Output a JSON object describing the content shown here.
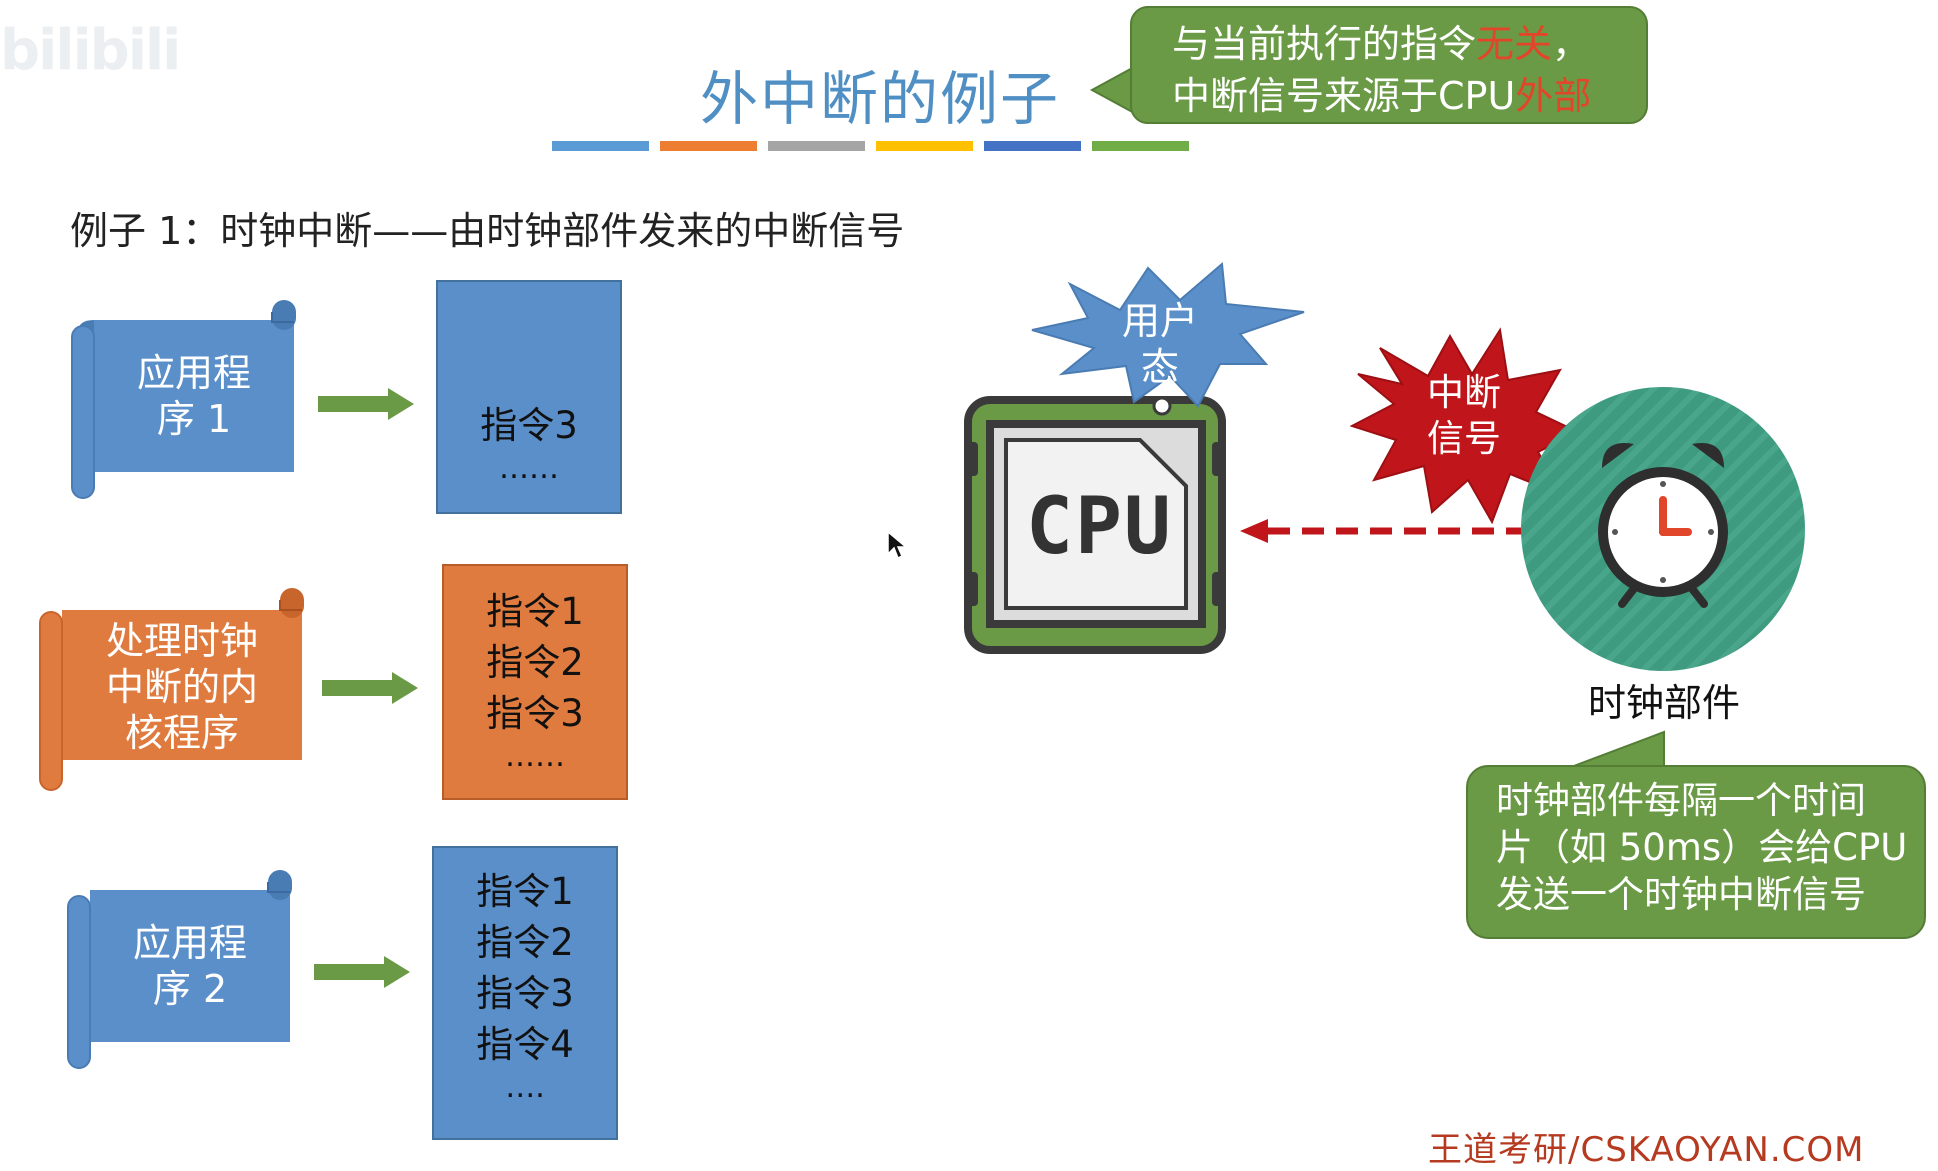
{
  "watermark": "bilibili",
  "header": {
    "title": "外中断的例子",
    "color_bars": [
      "#5b9bd5",
      "#ed7d31",
      "#a5a5a5",
      "#ffc000",
      "#4472c4",
      "#70ad47"
    ]
  },
  "callout_top": {
    "line1_a": "与当前执行的指令",
    "line1_b": "无关",
    "line1_c": "，",
    "line2_a": "中断信号来源于CPU",
    "line2_b": "外部"
  },
  "example": {
    "text": "例子 1：时钟中断——由时钟部件发来的中断信号"
  },
  "programs": [
    {
      "label_line1": "应用程",
      "label_line2": "序 1",
      "color": "#5b8fc9",
      "instructions": [
        "指令3"
      ],
      "dots": "……"
    },
    {
      "label_line1": "处理时钟",
      "label_line2": "中断的内",
      "label_line3": "核程序",
      "color": "#e07b3f",
      "instructions": [
        "指令1",
        "指令2",
        "指令3"
      ],
      "dots": "……"
    },
    {
      "label_line1": "应用程",
      "label_line2": "序 2",
      "color": "#5b8fc9",
      "instructions": [
        "指令1",
        "指令2",
        "指令3",
        "指令4"
      ],
      "dots": "…."
    }
  ],
  "cpu": {
    "label": "CPU",
    "state_line1": "用户",
    "state_line2": "态"
  },
  "interrupt": {
    "line1": "中断",
    "line2": "信号"
  },
  "clock": {
    "label": "时钟部件"
  },
  "callout_bottom": {
    "line1": "时钟部件每隔一个时间",
    "line2": "片（如 50ms）会给CPU",
    "line3": "发送一个时钟中断信号"
  },
  "footer": {
    "brand": "王道考研/CSKAOYAN.COM"
  },
  "colors": {
    "green": "#6a9a45",
    "blue": "#5b8fc9",
    "orange": "#e07b3f",
    "red": "#c0151a",
    "teal": "#3f9b80"
  }
}
